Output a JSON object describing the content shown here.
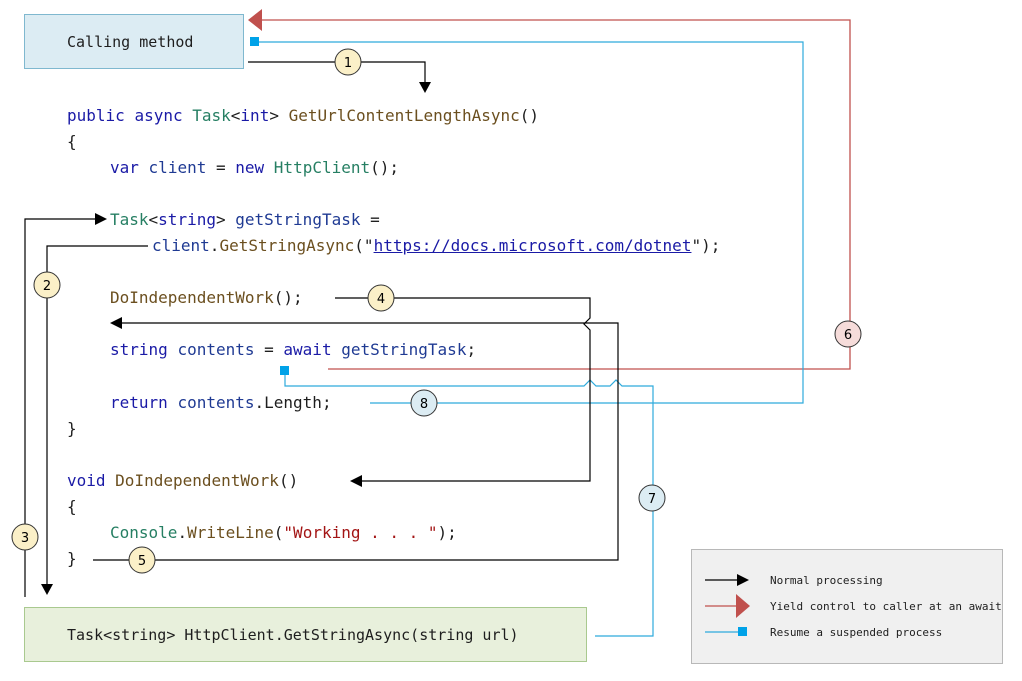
{
  "colors": {
    "normal": "#000000",
    "yield": "#c0504d",
    "resume": "#2eaadc",
    "badge_yellow": "#fbf0c8",
    "badge_red": "#f6dcda",
    "badge_blue": "#dcecf3"
  },
  "calling_box": {
    "label": "Calling method"
  },
  "get_box": {
    "label": "Task<string> HttpClient.GetStringAsync(string url)"
  },
  "code": {
    "l1_public": "public",
    "l1_async": "async",
    "l1_task": "Task",
    "l1_lt": "<",
    "l1_int": "int",
    "l1_gt": ">",
    "l1_method": "GetUrlContentLengthAsync",
    "l1_paren": "()",
    "l2_brace": "{",
    "l3_var": "var",
    "l3_client": "client",
    "l3_eq": " = ",
    "l3_new": "new",
    "l3_type": "HttpClient",
    "l3_end": "();",
    "l4_task": "Task",
    "l4_lt": "<",
    "l4_string": "string",
    "l4_gt": ">",
    "l4_name": "getStringTask",
    "l4_eq": " =",
    "l5_client": "client",
    "l5_dot": ".",
    "l5_method": "GetStringAsync",
    "l5_open": "(\"",
    "l5_url": "https://docs.microsoft.com/dotnet",
    "l5_close": "\");",
    "l6_method": "DoIndependentWork",
    "l6_end": "();",
    "l7_string": "string",
    "l7_contents": "contents",
    "l7_eq": " = ",
    "l7_await": "await",
    "l7_task": "getStringTask",
    "l7_end": ";",
    "l8_return": "return",
    "l8_contents": "contents",
    "l8_dot": ".",
    "l8_length": "Length",
    "l8_end": ";",
    "l9_brace": "}",
    "l10_void": "void",
    "l10_method": "DoIndependentWork",
    "l10_paren": "()",
    "l11_brace": "{",
    "l12_console": "Console",
    "l12_dot": ".",
    "l12_method": "WriteLine",
    "l12_open": "(",
    "l12_string": "\"Working . . . \"",
    "l12_end": ");",
    "l13_brace": "}"
  },
  "badges": [
    "1",
    "2",
    "3",
    "4",
    "5",
    "6",
    "7",
    "8"
  ],
  "legend": {
    "normal": "Normal processing",
    "yield": "Yield control to caller at an await",
    "resume": "Resume a suspended process"
  }
}
